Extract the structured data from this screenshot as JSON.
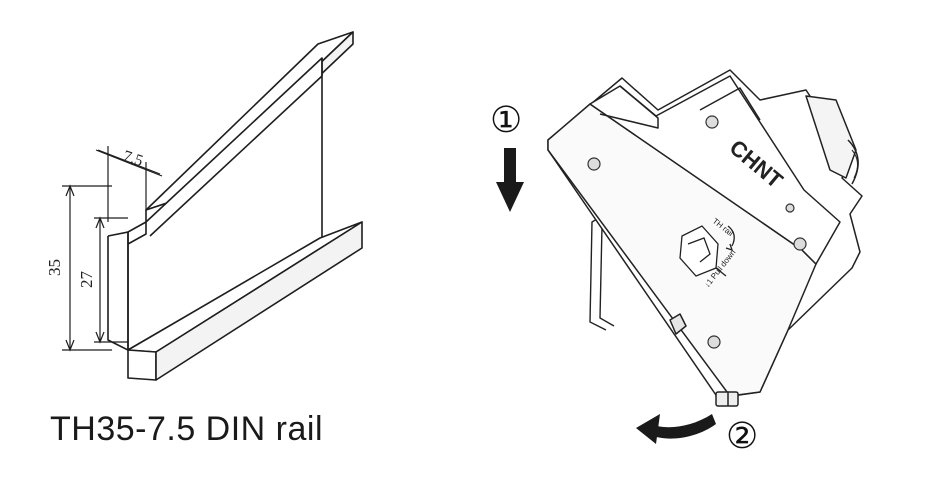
{
  "caption": "TH35-7.5 DIN rail",
  "rail": {
    "dim_width": "7.5",
    "dim_height_outer": "35",
    "dim_height_inner": "27"
  },
  "breaker": {
    "brand": "CHNT",
    "label_lines": [
      "TH rail",
      "↓1 Pull down"
    ]
  },
  "steps": [
    {
      "marker": "①",
      "icon": "arrow-down-icon"
    },
    {
      "marker": "②",
      "icon": "curved-arrow-left-icon"
    }
  ]
}
